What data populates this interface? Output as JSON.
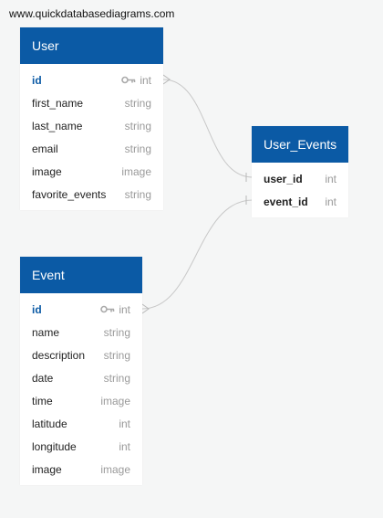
{
  "watermark": "www.quickdatabasediagrams.com",
  "colors": {
    "header": "#0b5aa5",
    "pk_text": "#0b5aa5",
    "type_text": "#9a9a9a",
    "link": "#c8c8c8"
  },
  "tables": {
    "user": {
      "title": "User",
      "fields": [
        {
          "name": "id",
          "type": "int",
          "pk": true
        },
        {
          "name": "first_name",
          "type": "string"
        },
        {
          "name": "last_name",
          "type": "string"
        },
        {
          "name": "email",
          "type": "string"
        },
        {
          "name": "image",
          "type": "image"
        },
        {
          "name": "favorite_events",
          "type": "string"
        }
      ]
    },
    "user_events": {
      "title": "User_Events",
      "fields": [
        {
          "name": "user_id",
          "type": "int"
        },
        {
          "name": "event_id",
          "type": "int"
        }
      ]
    },
    "event": {
      "title": "Event",
      "fields": [
        {
          "name": "id",
          "type": "int",
          "pk": true
        },
        {
          "name": "name",
          "type": "string"
        },
        {
          "name": "description",
          "type": "string"
        },
        {
          "name": "date",
          "type": "string"
        },
        {
          "name": "time",
          "type": "image"
        },
        {
          "name": "latitude",
          "type": "int"
        },
        {
          "name": "longitude",
          "type": "int"
        },
        {
          "name": "image",
          "type": "image"
        }
      ]
    }
  },
  "relationships": [
    {
      "from": "User.id",
      "to": "User_Events.user_id"
    },
    {
      "from": "Event.id",
      "to": "User_Events.event_id"
    }
  ]
}
